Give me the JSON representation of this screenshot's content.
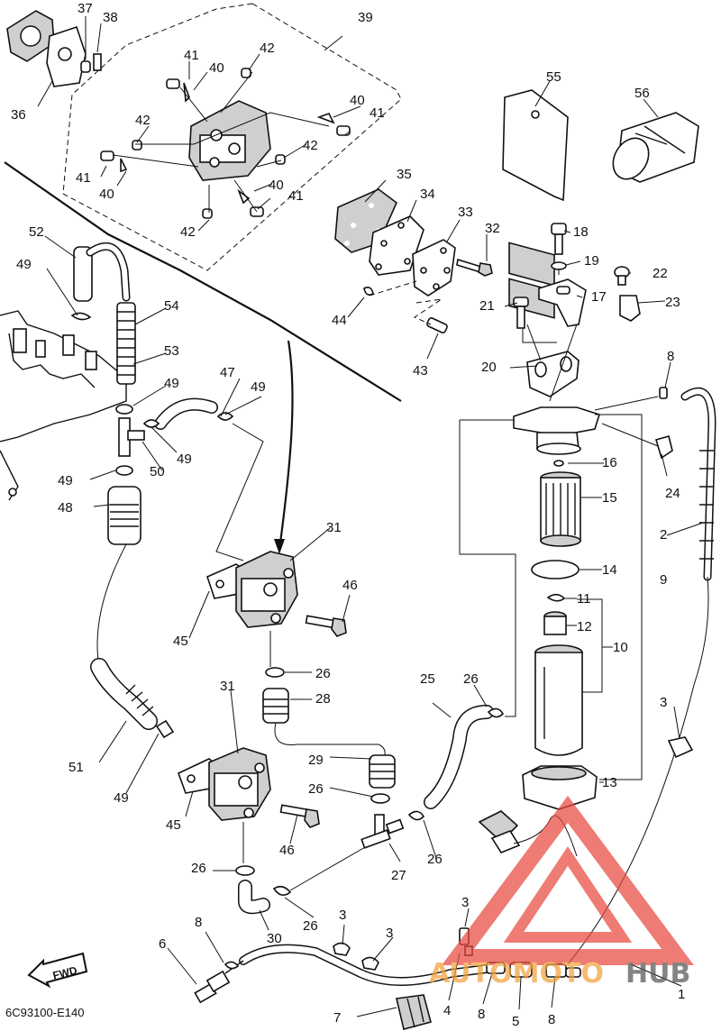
{
  "diagram_code": "6C93100-E140",
  "fwd_label": "FWD",
  "watermark": {
    "text_a": "AUTOMOTO",
    "text_b": "HUB",
    "color_a": "#f2a23c",
    "color_b": "#555555",
    "triangle_color": "#e84a3f"
  },
  "callouts": {
    "c1": "1",
    "c2": "2",
    "c3a": "3",
    "c3b": "3",
    "c3c": "3",
    "c3d": "3",
    "c4": "4",
    "c5": "5",
    "c6": "6",
    "c7": "7",
    "c8a": "8",
    "c8b": "8",
    "c8c": "8",
    "c8d": "8",
    "c9": "9",
    "c10": "10",
    "c11": "11",
    "c12": "12",
    "c13": "13",
    "c14": "14",
    "c15": "15",
    "c16": "16",
    "c17": "17",
    "c18": "18",
    "c19": "19",
    "c20": "20",
    "c21": "21",
    "c22": "22",
    "c23": "23",
    "c24": "24",
    "c25": "25",
    "c26a": "26",
    "c26b": "26",
    "c26c": "26",
    "c26d": "26",
    "c26e": "26",
    "c26f": "26",
    "c27": "27",
    "c28": "28",
    "c29": "29",
    "c30": "30",
    "c31a": "31",
    "c31b": "31",
    "c32": "32",
    "c33": "33",
    "c34": "34",
    "c35": "35",
    "c36": "36",
    "c37": "37",
    "c38": "38",
    "c39": "39",
    "c40a": "40",
    "c40b": "40",
    "c40c": "40",
    "c40d": "40",
    "c41a": "41",
    "c41b": "41",
    "c41c": "41",
    "c41d": "41",
    "c42a": "42",
    "c42b": "42",
    "c42c": "42",
    "c42d": "42",
    "c43": "43",
    "c44": "44",
    "c45a": "45",
    "c45b": "45",
    "c46a": "46",
    "c46b": "46",
    "c47": "47",
    "c48": "48",
    "c49a": "49",
    "c49b": "49",
    "c49c": "49",
    "c49d": "49",
    "c49e": "49",
    "c49f": "49",
    "c50": "50",
    "c51": "51",
    "c52": "52",
    "c53": "53",
    "c54": "54",
    "c55": "55",
    "c56": "56"
  }
}
